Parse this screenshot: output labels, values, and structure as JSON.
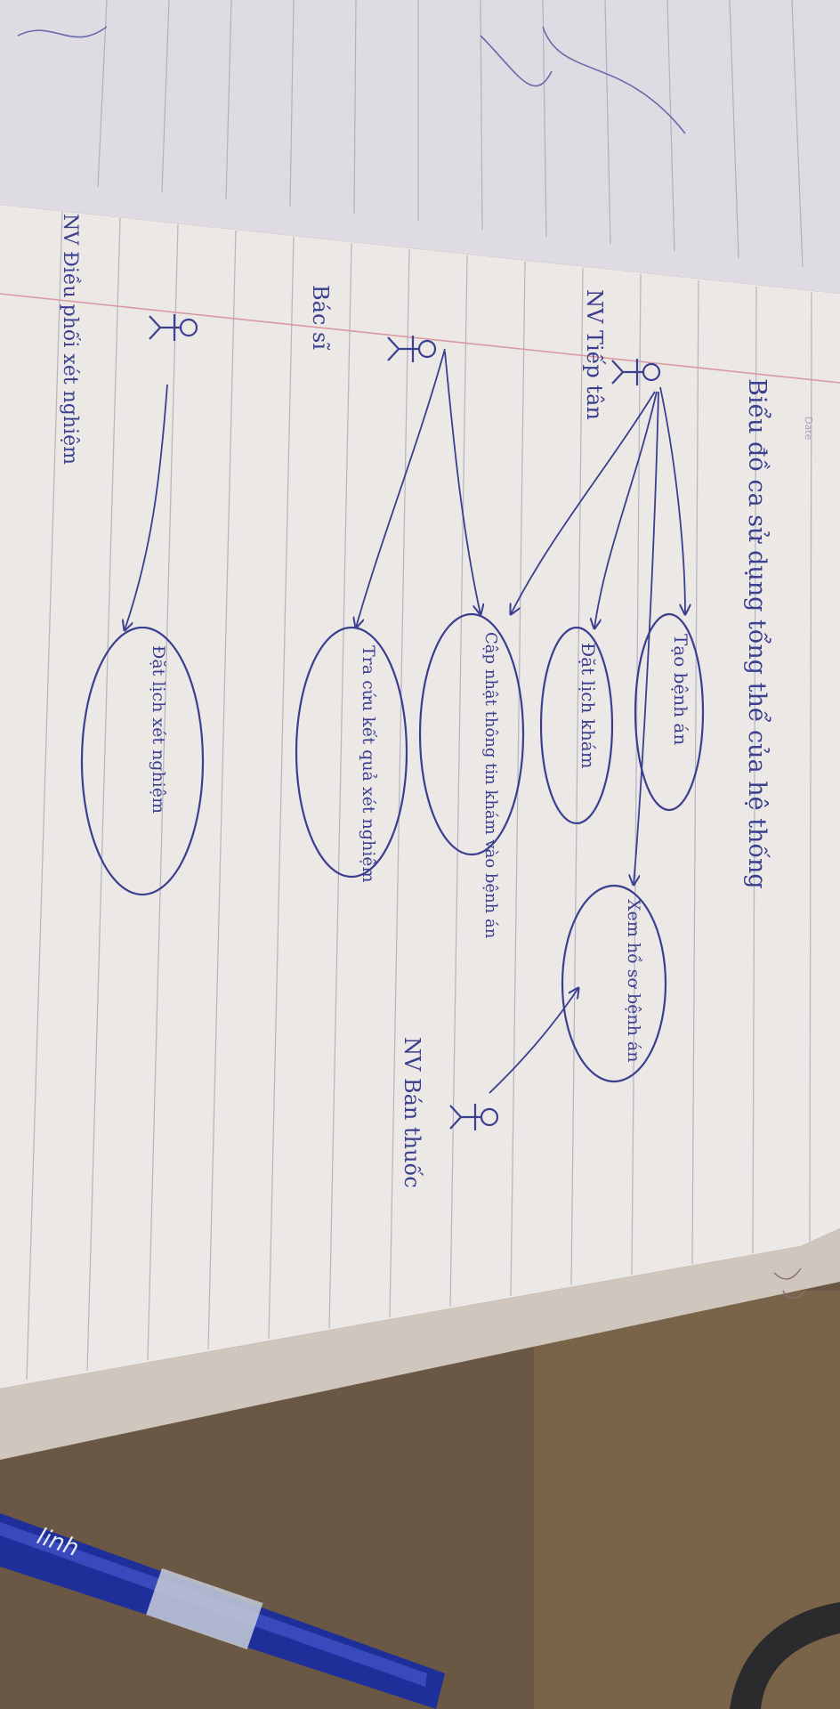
{
  "notebook": {
    "header_label": "Date",
    "page_title": "Biểu đồ ca sử dụng tổng thể của hệ thống"
  },
  "actors": [
    {
      "id": "tiep_tan",
      "label": "NV Tiếp tân"
    },
    {
      "id": "bac_si",
      "label": "Bác sĩ"
    },
    {
      "id": "dieu_phoi",
      "label": "NV Điều phối xét nghiệm"
    },
    {
      "id": "ban_thuoc",
      "label": "NV Bán thuốc"
    }
  ],
  "use_cases": [
    {
      "id": "tao_benh_an",
      "label": "Tạo bệnh án"
    },
    {
      "id": "dat_lich_kham",
      "label": "Đặt lịch khám"
    },
    {
      "id": "cap_nhat",
      "label": "Cập nhật thông tin khám vào bệnh án"
    },
    {
      "id": "tra_cuu",
      "label": "Tra cứu kết quả xét nghiệm"
    },
    {
      "id": "dat_lich_xn",
      "label": "Đặt lịch xét nghiệm"
    },
    {
      "id": "xem_ho_so",
      "label": "Xem hồ sơ bệnh án"
    }
  ],
  "pen": {
    "brand": "linh",
    "color": "#1f2f9a"
  },
  "colors": {
    "ink": "#3b3f8f",
    "paper": "#ece8e6",
    "margin_line": "#d99aa3",
    "rule": "#b8b6c4",
    "desk": "#6a5744"
  }
}
